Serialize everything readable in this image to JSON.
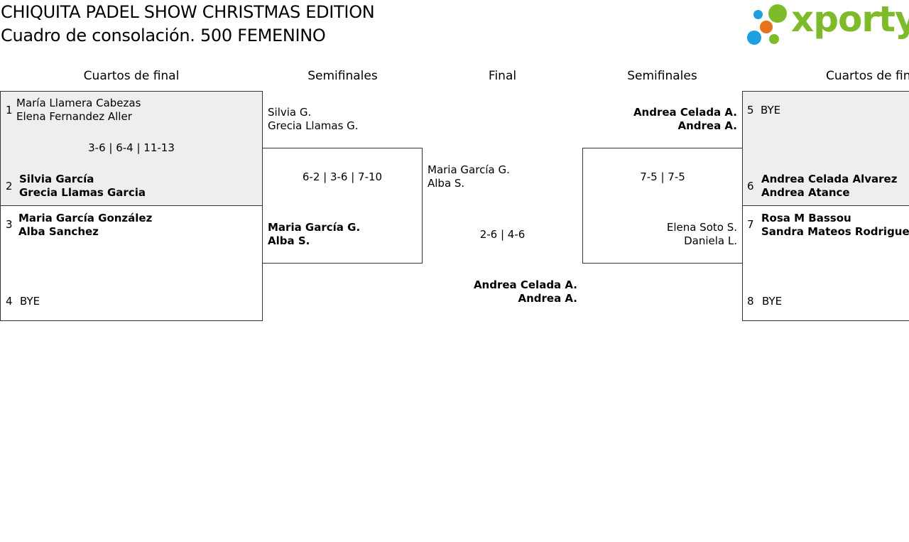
{
  "header": {
    "title": "CHIQUITA PADEL SHOW CHRISTMAS EDITION",
    "subtitle": "Cuadro de consolación. 500 FEMENINO",
    "logo_text": "xporty"
  },
  "rounds": {
    "left_qf": "Cuartos de final",
    "left_sf": "Semifinales",
    "final": "Final",
    "right_sf": "Semifinales",
    "right_qf": "Cuartos de final"
  },
  "qf": {
    "m1": {
      "seed_a": "1",
      "a1": "María Llamera Cabezas",
      "a2": "Elena Fernandez Aller",
      "score": "3-6 | 6-4 | 11-13",
      "seed_b": "2",
      "b1": "Silvia García",
      "b2": "Grecia Llamas Garcia"
    },
    "m2": {
      "seed_a": "3",
      "a1": "Maria García González",
      "a2": "Alba Sanchez",
      "seed_b": "4",
      "b1": "BYE"
    },
    "m3": {
      "seed_a": "5",
      "a1": "BYE",
      "seed_b": "6",
      "b1": "Andrea Celada Alvarez",
      "b2": "Andrea Atance"
    },
    "m4": {
      "seed_a": "7",
      "a1": "Rosa M Bassou",
      "a2": "Sandra Mateos Rodriguez",
      "seed_b": "8",
      "b1": "BYE"
    }
  },
  "sf": {
    "left": {
      "a1": "Silvia G.",
      "a2": "Grecia Llamas G.",
      "score": "6-2 | 3-6 | 7-10",
      "b1": "Maria García G.",
      "b2": "Alba S."
    },
    "right": {
      "a1": "Andrea Celada A.",
      "a2": "Andrea A.",
      "score": "7-5 | 7-5",
      "b1": "Elena Soto S.",
      "b2": "Daniela L."
    }
  },
  "final": {
    "a1": "Maria García G.",
    "a2": "Alba S.",
    "score": "2-6 | 4-6",
    "b1": "Andrea Celada A.",
    "b2": "Andrea A."
  },
  "colors": {
    "logo_green": "#7dbb2a",
    "logo_blue": "#1ea0e0",
    "logo_orange": "#e8731a",
    "shade": "#eeeeee"
  }
}
